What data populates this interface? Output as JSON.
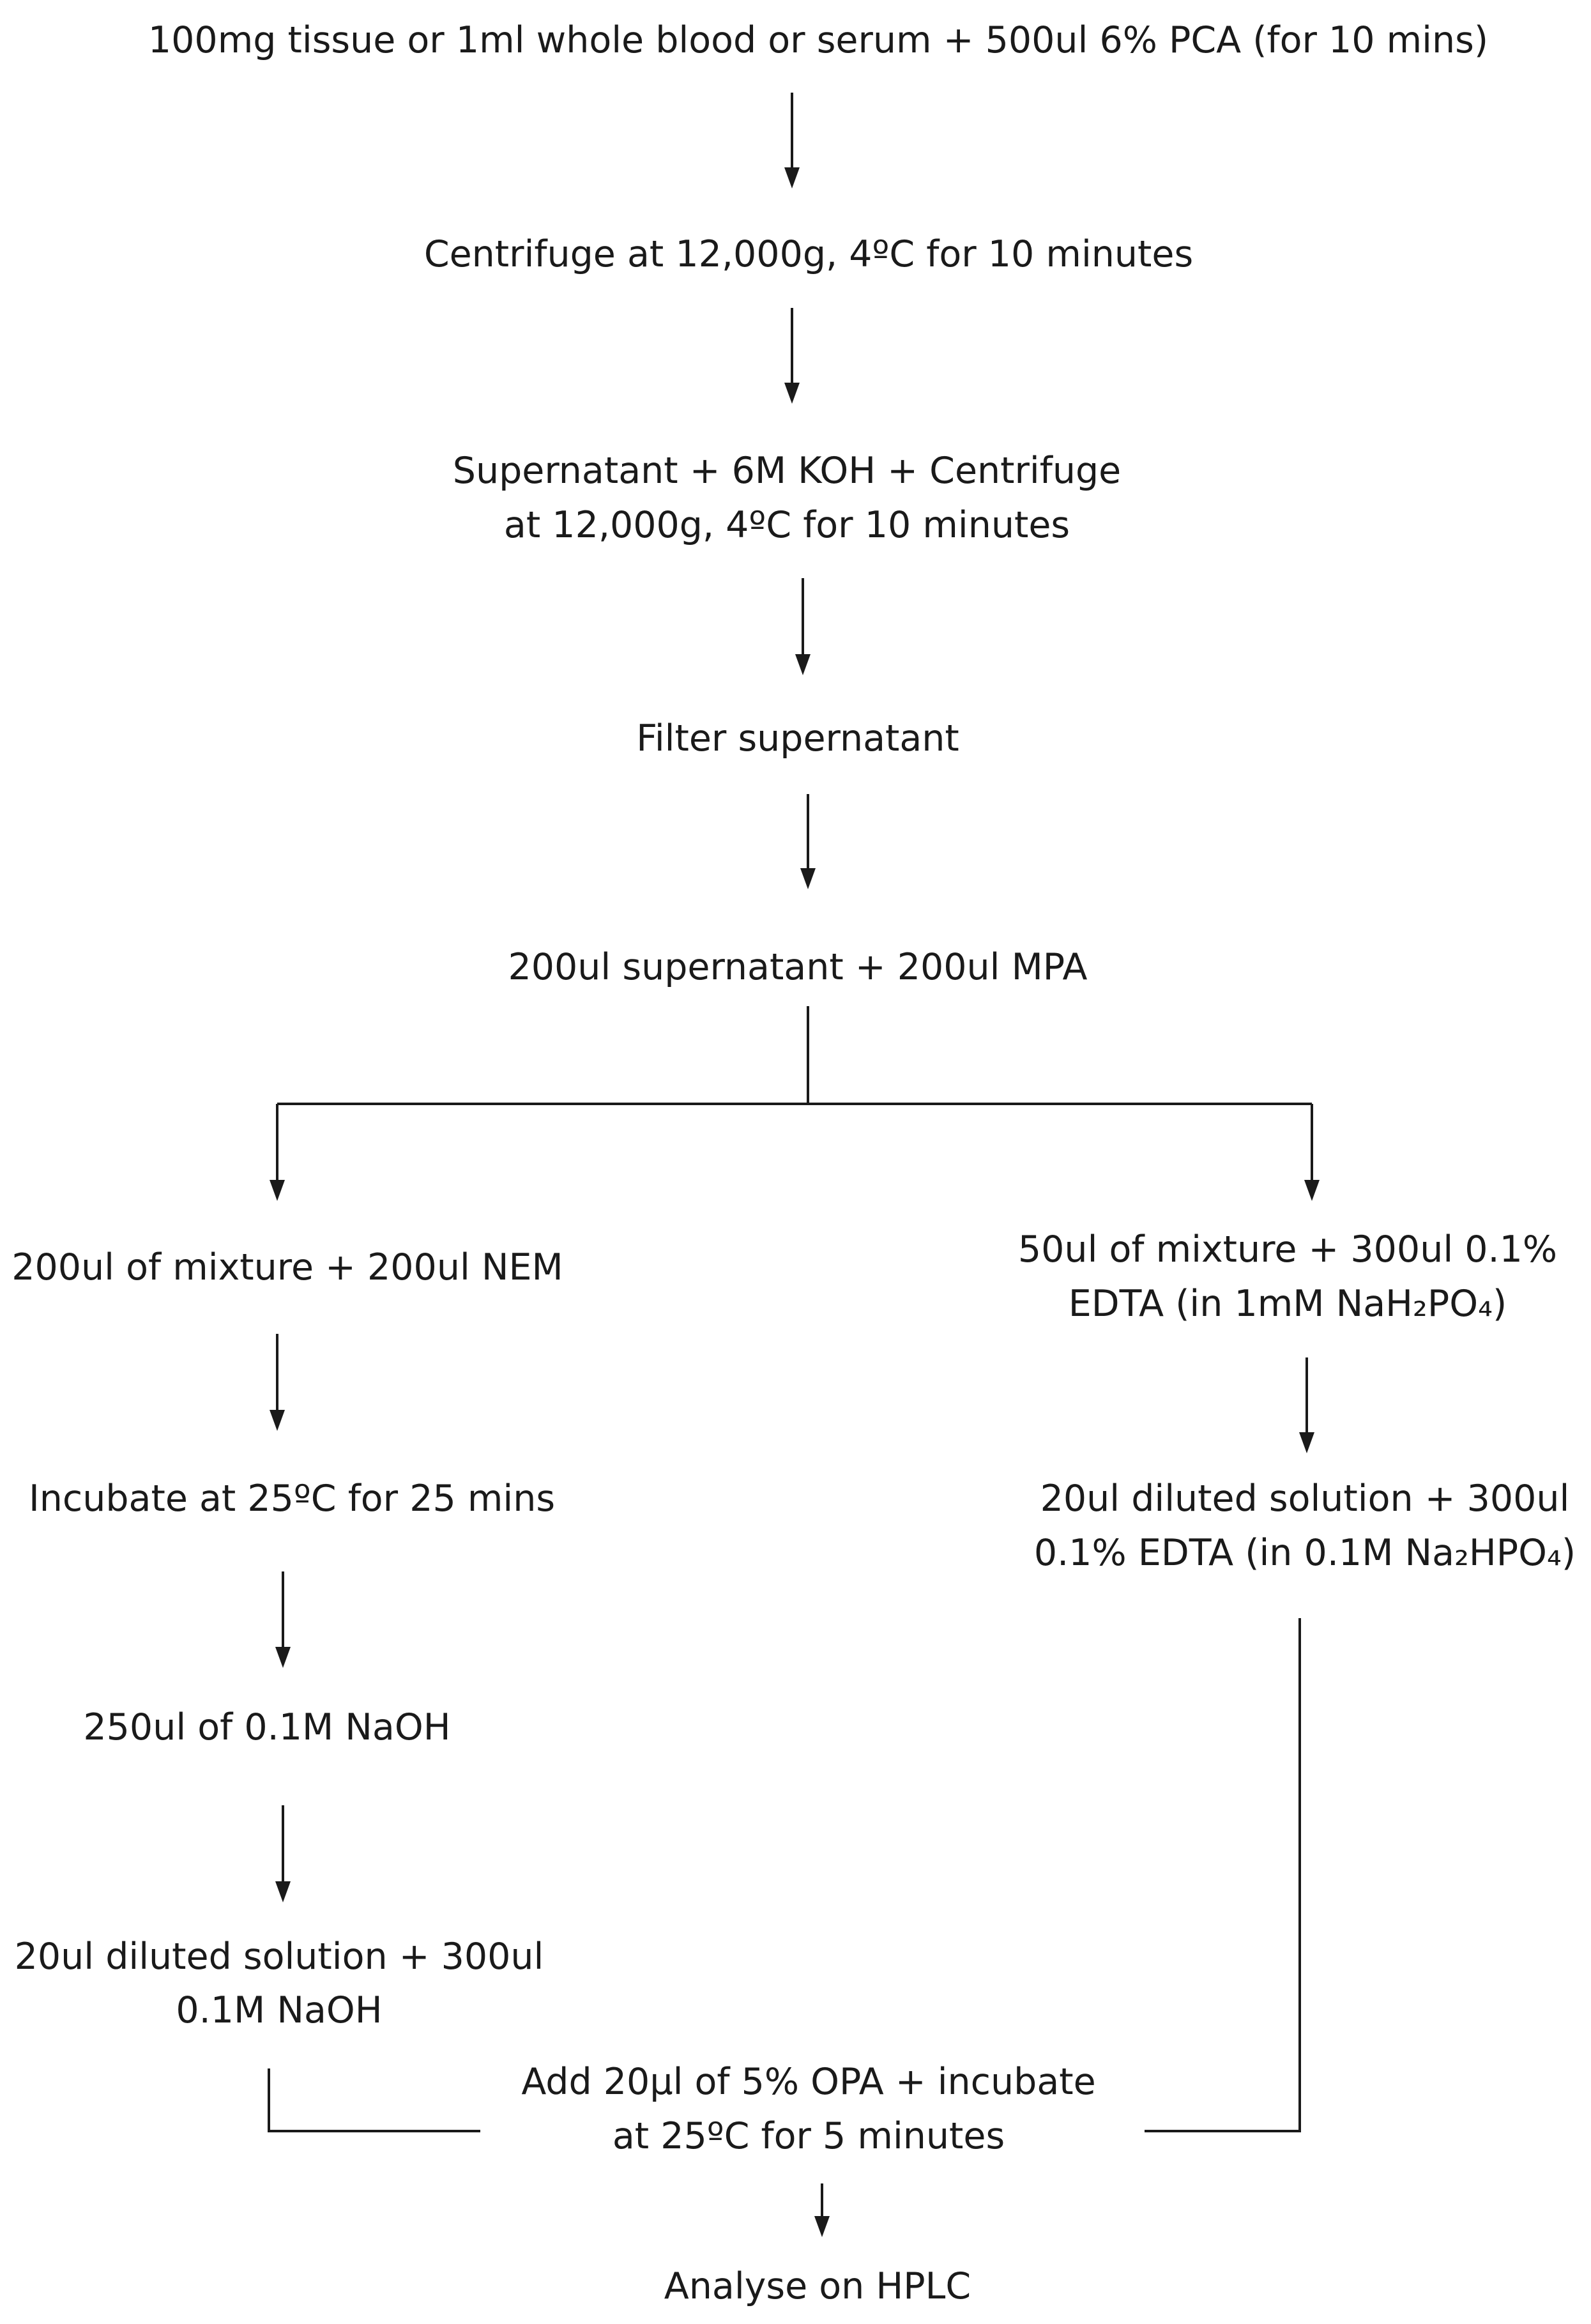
{
  "steps": {
    "s1": "100mg tissue or 1ml whole blood or serum + 500ul 6% PCA (for 10 mins)",
    "s2": "Centrifuge at 12,000g, 4ºC for 10 minutes",
    "s3a": "Supernatant + 6M KOH + Centrifuge",
    "s3b": "at 12,000g, 4ºC for 10 minutes",
    "s4": "Filter supernatant",
    "s5": "200ul supernatant + 200ul MPA",
    "l1": "200ul of mixture + 200ul NEM",
    "l2": "Incubate at 25ºC for 25 mins",
    "l3": "250ul of 0.1M NaOH",
    "l4a": "20ul diluted solution + 300ul",
    "l4b": "0.1M NaOH",
    "r1a": "50ul of mixture + 300ul 0.1%",
    "r1b": "EDTA (in 1mM NaH₂PO₄)",
    "r2a": "20ul diluted solution + 300ul",
    "r2b": "0.1% EDTA (in 0.1M Na₂HPO₄)",
    "m1a": "Add 20µl of 5% OPA + incubate",
    "m1b": "at 25ºC for 5 minutes",
    "m2": "Analyse on HPLC"
  }
}
